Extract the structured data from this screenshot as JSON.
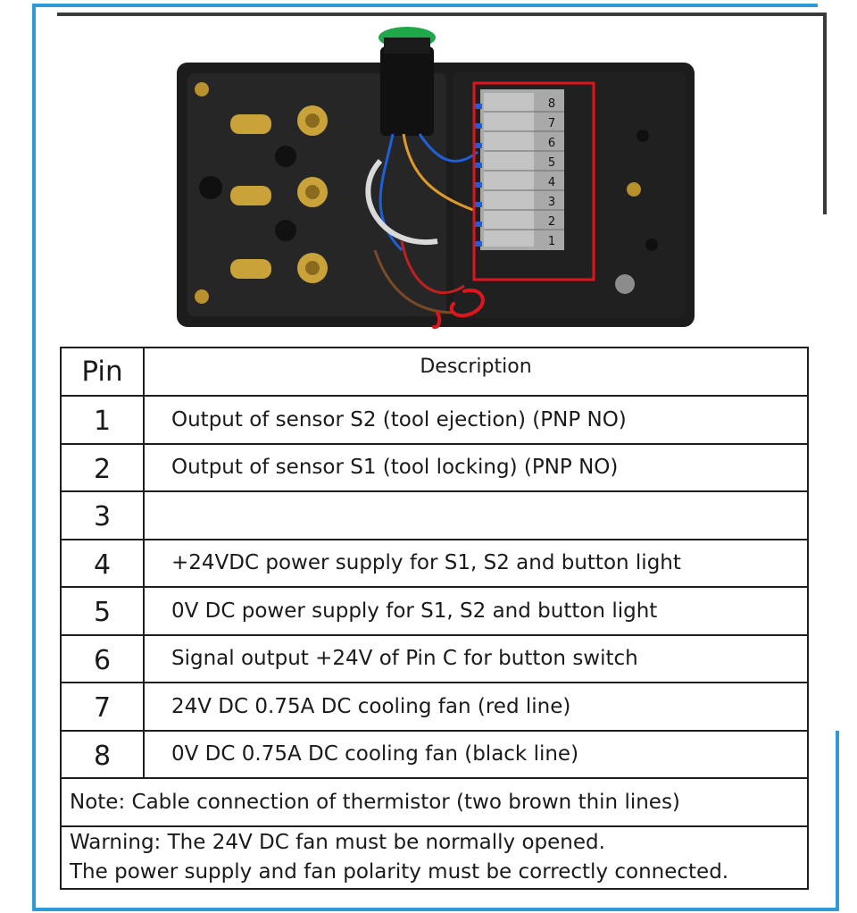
{
  "table": {
    "header": {
      "pin": "Pin",
      "description": "Description"
    },
    "rows": [
      {
        "pin": "1",
        "description": "Output of sensor S2 (tool ejection) (PNP NO)"
      },
      {
        "pin": "2",
        "description": "Output of sensor S1 (tool locking) (PNP NO)"
      },
      {
        "pin": "3",
        "description": ""
      },
      {
        "pin": "4",
        "description": "+24VDC power supply for S1, S2 and button light"
      },
      {
        "pin": "5",
        "description": "0V DC power supply for S1, S2 and button light"
      },
      {
        "pin": "6",
        "description": "Signal output +24V of Pin C for button switch"
      },
      {
        "pin": "7",
        "description": "24V DC 0.75A DC cooling fan (red line)"
      },
      {
        "pin": "8",
        "description": "0V DC 0.75A DC cooling fan (black line)"
      }
    ],
    "note": "Note: Cable connection of thermistor (two brown thin lines)",
    "warning": [
      "Warning: The 24V DC fan must be normally opened.",
      "The power supply and fan polarity must be correctly connected."
    ]
  },
  "photo": {
    "terminal_numbers": [
      "1",
      "2",
      "3",
      "4",
      "5",
      "6",
      "7",
      "8"
    ],
    "colors": {
      "housing": "#1c1c1c",
      "brass": "#c9a23a",
      "terminal": "#a9a9a9",
      "highlight": "#e0141a",
      "lamp": "#1fa84a",
      "wire_blue": "#1f5fd8"
    }
  }
}
